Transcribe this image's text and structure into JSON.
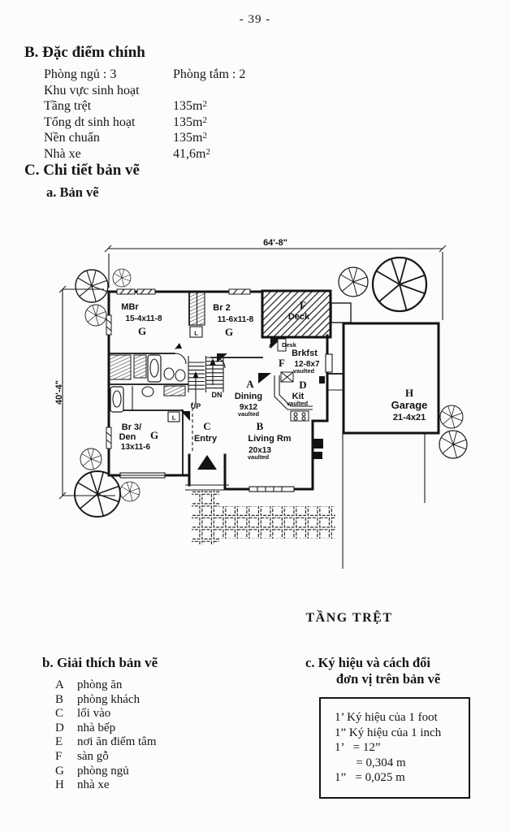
{
  "page": {
    "number": "- 39 -"
  },
  "section_b": {
    "heading": "B. Đặc điểm chính",
    "row1_left": "Phòng ngủ : 3",
    "row1_right": "Phòng tắm : 2",
    "rows": [
      {
        "label": "Khu vực sinh hoạt",
        "value": "",
        "sup": ""
      },
      {
        "label": "Tầng trệt",
        "value": "135m",
        "sup": "2"
      },
      {
        "label": "Tổng dt sinh hoạt",
        "value": "135m",
        "sup": "2"
      },
      {
        "label": "Nền chuẩn",
        "value": "135m",
        "sup": "2"
      },
      {
        "label": "Nhà xe",
        "value": "41,6m",
        "sup": "2"
      }
    ]
  },
  "section_c": {
    "heading": "C. Chi tiết bản vẽ",
    "sub_a": "a. Bản vẽ"
  },
  "plan": {
    "dim_width": "64'-8\"",
    "dim_height": "40'-4\"",
    "caption": "TẦNG TRỆT",
    "stairs": {
      "up": "UP",
      "dn": "DN"
    },
    "rooms": {
      "mbr": {
        "name": "MBr",
        "size": "15-4x11-8",
        "letter": "G"
      },
      "br2": {
        "name": "Br 2",
        "size": "11-6x11-8",
        "letter": "G"
      },
      "deck": {
        "letter": "F",
        "name": "Deck"
      },
      "desk": {
        "name": "Desk"
      },
      "brkfst": {
        "name": "Brkfst",
        "letter": "F",
        "size": "12-8x7",
        "note": "vaulted"
      },
      "kit": {
        "letter": "D",
        "name": "Kit",
        "note": "vaulted"
      },
      "dining": {
        "letter": "A",
        "name": "Dining",
        "size": "9x12",
        "note": "vaulted"
      },
      "entry": {
        "letter": "C",
        "name": "Entry"
      },
      "living": {
        "letter": "B",
        "name": "Living Rm",
        "size": "20x13",
        "note": "vaulted"
      },
      "br3": {
        "name_line1": "Br 3/",
        "name_line2": "Den",
        "letter": "G",
        "size": "13x11-6"
      },
      "garage": {
        "letter": "H",
        "name": "Garage",
        "size": "21-4x21"
      },
      "closet": {
        "label": "L"
      }
    }
  },
  "legend": {
    "heading": "b. Giải thích bản vẽ",
    "items": [
      {
        "key": "A",
        "label": "phòng ăn"
      },
      {
        "key": "B",
        "label": "phòng khách"
      },
      {
        "key": "C",
        "label": "lối vào"
      },
      {
        "key": "D",
        "label": "nhà bếp"
      },
      {
        "key": "E",
        "label": "nơi ăn điểm tâm"
      },
      {
        "key": "F",
        "label": "sàn gỗ"
      },
      {
        "key": "G",
        "label": "phòng ngủ"
      },
      {
        "key": "H",
        "label": "nhà xe"
      }
    ]
  },
  "units": {
    "heading_line1": "c. Ký hiệu và cách đổi",
    "heading_line2": "đơn vị trên bản vẽ",
    "lines": [
      "1’ Ký hiệu của 1 foot",
      "1” Ký hiệu của 1 inch",
      "1’   = 12”",
      "       = 0,304 m",
      "1”   = 0,025 m"
    ]
  }
}
